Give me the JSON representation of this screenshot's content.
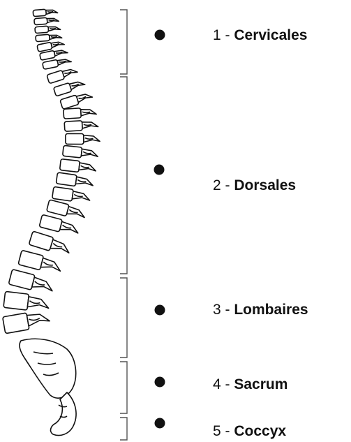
{
  "colors": {
    "ink": "#111111",
    "background": "#ffffff"
  },
  "icons": {
    "spine": "spine-illustration",
    "marker": "bullet-dot"
  },
  "regions": [
    {
      "number": "1",
      "separator": " - ",
      "name": "Cervicales"
    },
    {
      "number": "2",
      "separator": " - ",
      "name": "Dorsales"
    },
    {
      "number": "3",
      "separator": " - ",
      "name": "Lombaires"
    },
    {
      "number": "4",
      "separator": " - ",
      "name": "Sacrum"
    },
    {
      "number": "5",
      "separator": " - ",
      "name": "Coccyx"
    }
  ]
}
